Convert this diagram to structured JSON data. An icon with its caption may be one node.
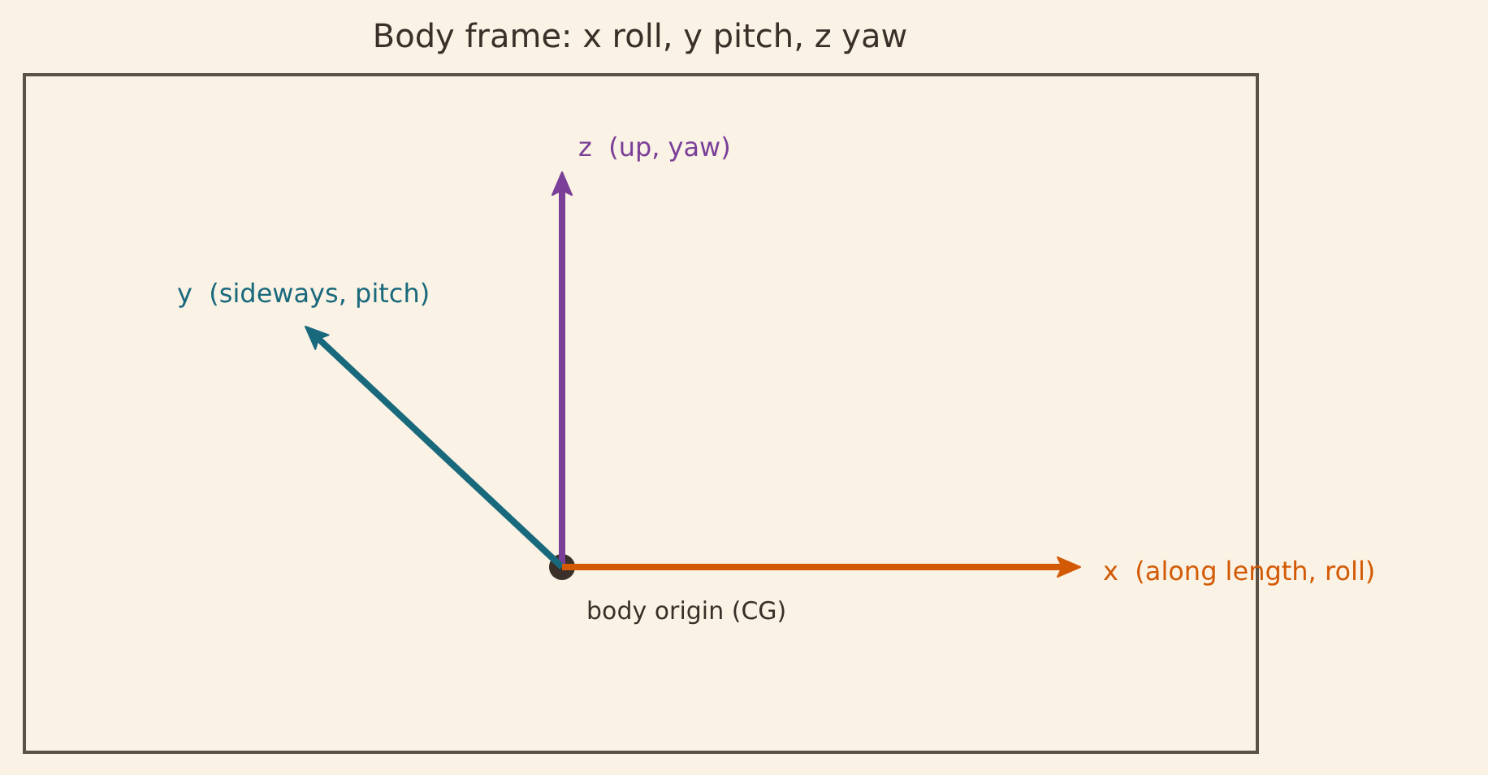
{
  "diagram": {
    "title": "Body frame: x roll, y pitch, z yaw",
    "labels": [
      "z  (up, yaw)",
      "y  (sideways, pitch)",
      "x  (along length, roll)",
      "body origin (CG)"
    ]
  }
}
